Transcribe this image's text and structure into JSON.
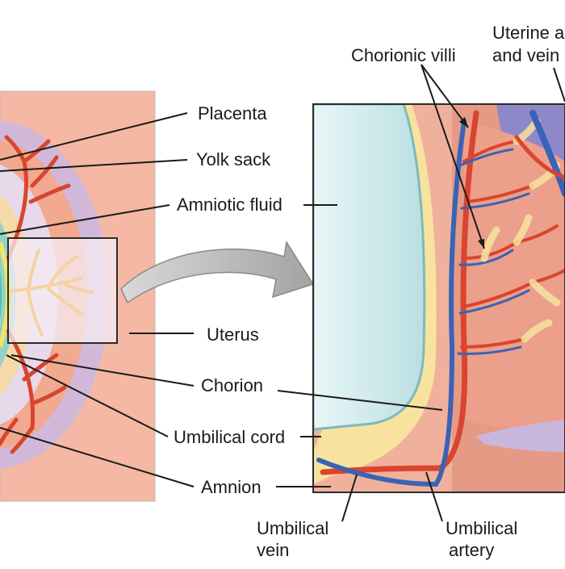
{
  "diagram": {
    "labels": {
      "placenta": "Placenta",
      "yolk_sack": "Yolk sack",
      "amniotic_fluid": "Amniotic fluid",
      "uterus": "Uterus",
      "chorion": "Chorion",
      "umbilical_cord": "Umbilical cord",
      "amnion": "Amnion",
      "chorionic_villi": "Chorionic villi",
      "uterine_arteries_line1": "Uterine a",
      "uterine_arteries_line2": "and vein",
      "umbilical_vein_line1": "Umbilical",
      "umbilical_vein_line2": "vein",
      "umbilical_artery_line1": "Umbilical",
      "umbilical_artery_line2": "artery"
    },
    "colors": {
      "uterus_pink": "#f3b7a2",
      "amniotic_fluid_blue": "#cfe9ea",
      "placenta_tissue": "#e79a86",
      "chorion_yellow": "#f7e39e",
      "artery_red": "#d9452f",
      "vein_blue": "#3a63b5",
      "decidua_purple": "#8f88c8",
      "arrow_gray": "#a6a6a6"
    }
  }
}
